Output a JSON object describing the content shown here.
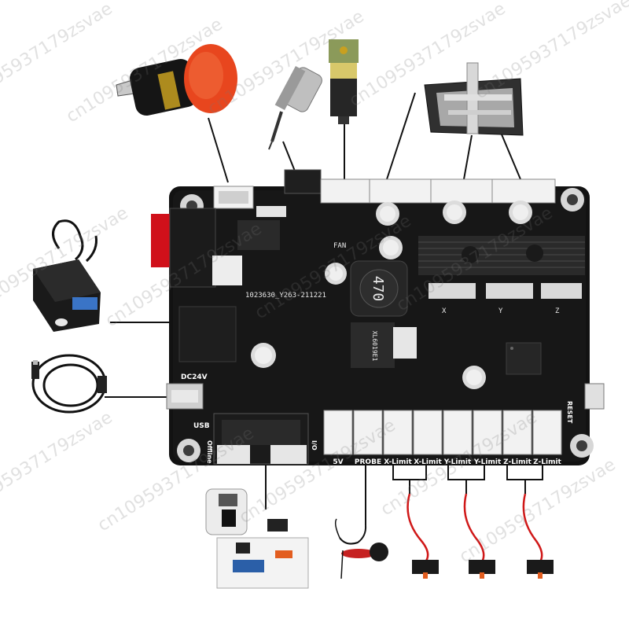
{
  "board": {
    "serial": "1023630_Y263-211221",
    "fan_label": "FAN",
    "inductor_value": "470",
    "dc_label": "DC24V",
    "usb_label": "USB",
    "reset_label": "RESET",
    "offline_label": "Offline",
    "io_label": "I/O",
    "chip_text": "XL6019E1",
    "axis_x": "X",
    "axis_y": "Y",
    "axis_z": "Z",
    "header_labels": [
      "5V",
      "PROBE",
      "X-Limit",
      "X-Limit",
      "Y-Limit",
      "Y-Limit",
      "Z-Limit",
      "Z-Limit"
    ]
  },
  "watermark": {
    "text": "cn1095937179zsvae"
  },
  "colors": {
    "pcb": "#121212",
    "stop_button": "#e8461e",
    "switch": "#d0101a",
    "connector": "#f2f2f2",
    "heatsink": "#2a2a2a",
    "wire": "#d01818"
  }
}
